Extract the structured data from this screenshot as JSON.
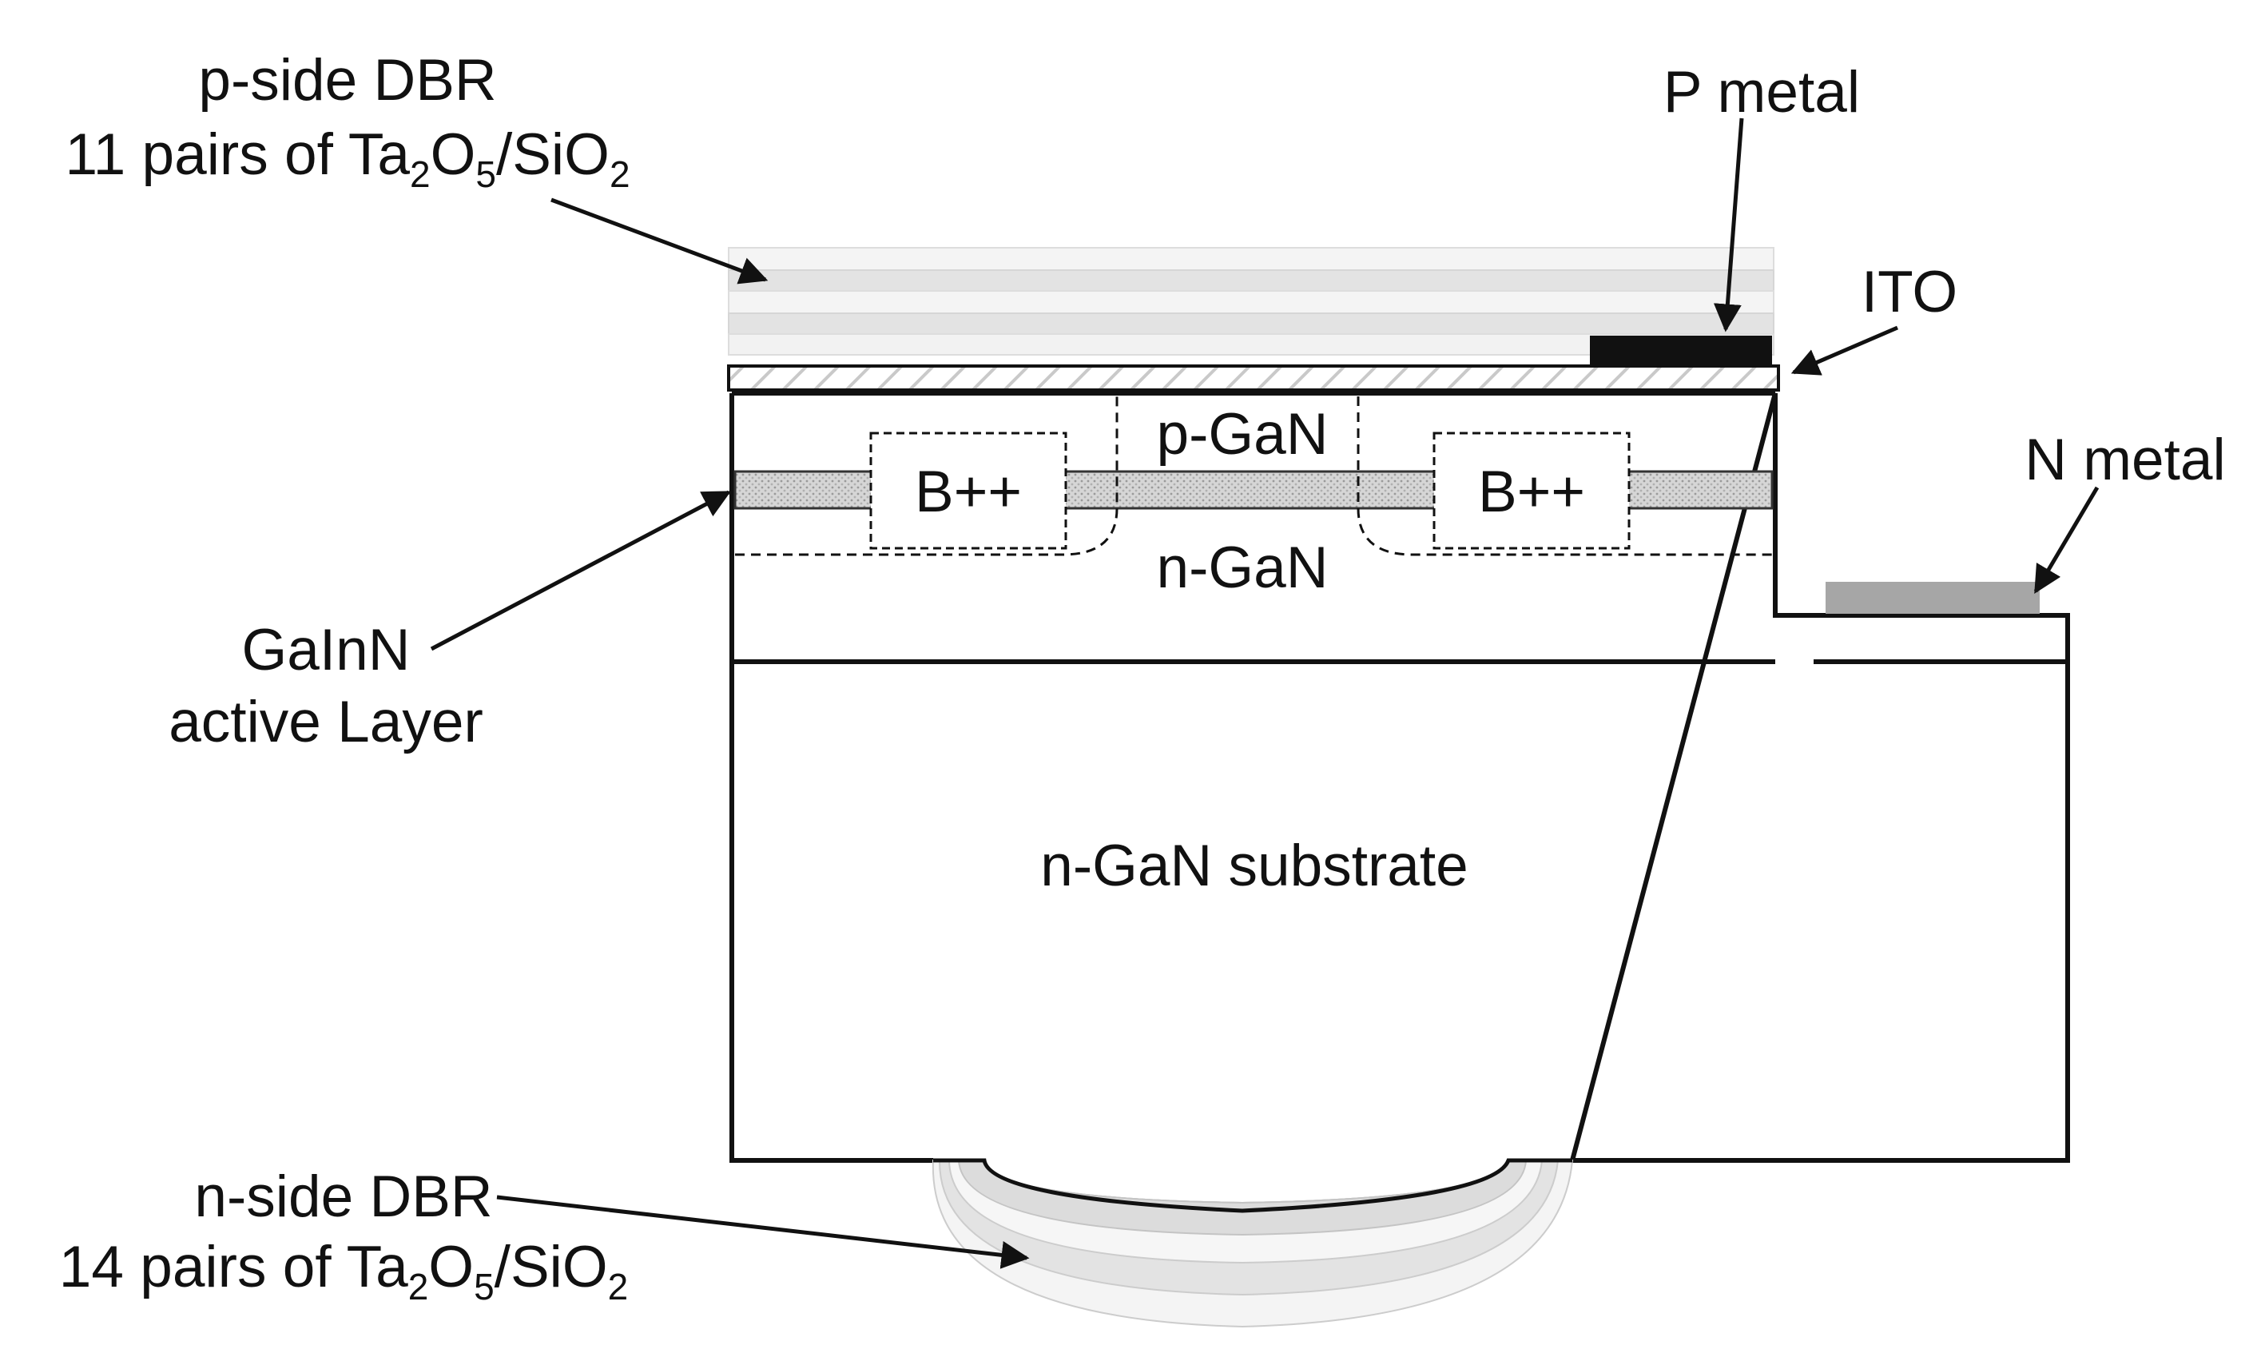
{
  "labels": {
    "p_dbr_title": "p-side DBR",
    "p_dbr_line2": {
      "prefix": "11 pairs of Ta",
      "sub1": "2",
      "mid": "O",
      "sub2": "5",
      "slash": "/SiO",
      "sub3": "2"
    },
    "p_metal": "P metal",
    "ito": "ITO",
    "n_metal": "N metal",
    "p_gan": "p-GaN",
    "n_gan": "n-GaN",
    "b_left": "B++",
    "b_right": "B++",
    "active_line1": "GaInN",
    "active_line2": "active Layer",
    "substrate": "n-GaN substrate",
    "n_dbr_title": "n-side DBR",
    "n_dbr_line2": {
      "prefix": "14 pairs of Ta",
      "sub1": "2",
      "mid": "O",
      "sub2": "5",
      "slash": "/SiO",
      "sub3": "2"
    }
  },
  "colors": {
    "outline": "#111111",
    "p_metal": "#111111",
    "n_metal": "#a6a6a6",
    "active_layer": "#cfcfcf",
    "dbr_light": "#f2f2f2",
    "dbr_mid": "#e1e1e1",
    "ito_hatch": "#c9c9c9"
  }
}
